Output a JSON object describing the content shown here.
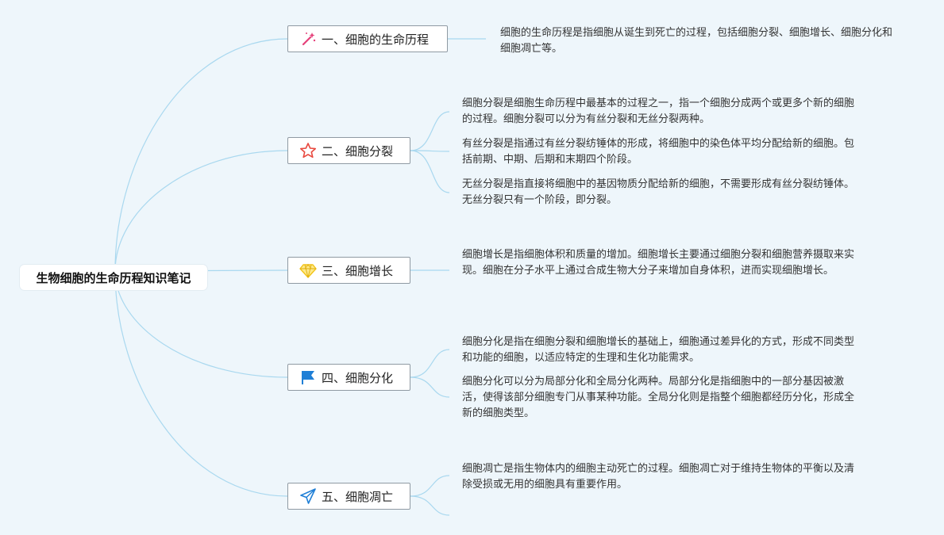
{
  "root": {
    "title": "生物细胞的生命历程知识笔记"
  },
  "branches": [
    {
      "label": "一、细胞的生命历程",
      "icon": "magic-wand-icon",
      "notes": [
        "细胞的生命历程是指细胞从诞生到死亡的过程，包括细胞分裂、细胞增长、细胞分化和细胞凋亡等。"
      ]
    },
    {
      "label": "二、细胞分裂",
      "icon": "star-icon",
      "notes": [
        "细胞分裂是细胞生命历程中最基本的过程之一，指一个细胞分成两个或更多个新的细胞的过程。细胞分裂可以分为有丝分裂和无丝分裂两种。",
        "有丝分裂是指通过有丝分裂纺锤体的形成，将细胞中的染色体平均分配给新的细胞。包括前期、中期、后期和末期四个阶段。",
        "无丝分裂是指直接将细胞中的基因物质分配给新的细胞，不需要形成有丝分裂纺锤体。无丝分裂只有一个阶段，即分裂。"
      ]
    },
    {
      "label": "三、细胞增长",
      "icon": "diamond-icon",
      "notes": [
        "细胞增长是指细胞体积和质量的增加。细胞增长主要通过细胞分裂和细胞营养摄取来实现。细胞在分子水平上通过合成生物大分子来增加自身体积，进而实现细胞增长。"
      ]
    },
    {
      "label": "四、细胞分化",
      "icon": "flag-icon",
      "notes": [
        "细胞分化是指在细胞分裂和细胞增长的基础上，细胞通过差异化的方式，形成不同类型和功能的细胞，以适应特定的生理和生化功能需求。",
        "细胞分化可以分为局部分化和全局分化两种。局部分化是指细胞中的一部分基因被激活，使得该部分细胞专门从事某种功能。全局分化则是指整个细胞都经历分化，形成全新的细胞类型。"
      ]
    },
    {
      "label": "五、细胞凋亡",
      "icon": "paper-plane-icon",
      "notes": [
        "细胞凋亡是指生物体内的细胞主动死亡的过程。细胞凋亡对于维持生物体的平衡以及清除受损或无用的细胞具有重要作用。",
        ""
      ]
    }
  ],
  "colors": {
    "background": "#eef6fb",
    "connector": "#a9d8ef",
    "wand": "#e5407a",
    "star": "#e8493f",
    "diamond": "#f2c318",
    "flag": "#1f7fd6",
    "plane": "#1f7fd6"
  }
}
